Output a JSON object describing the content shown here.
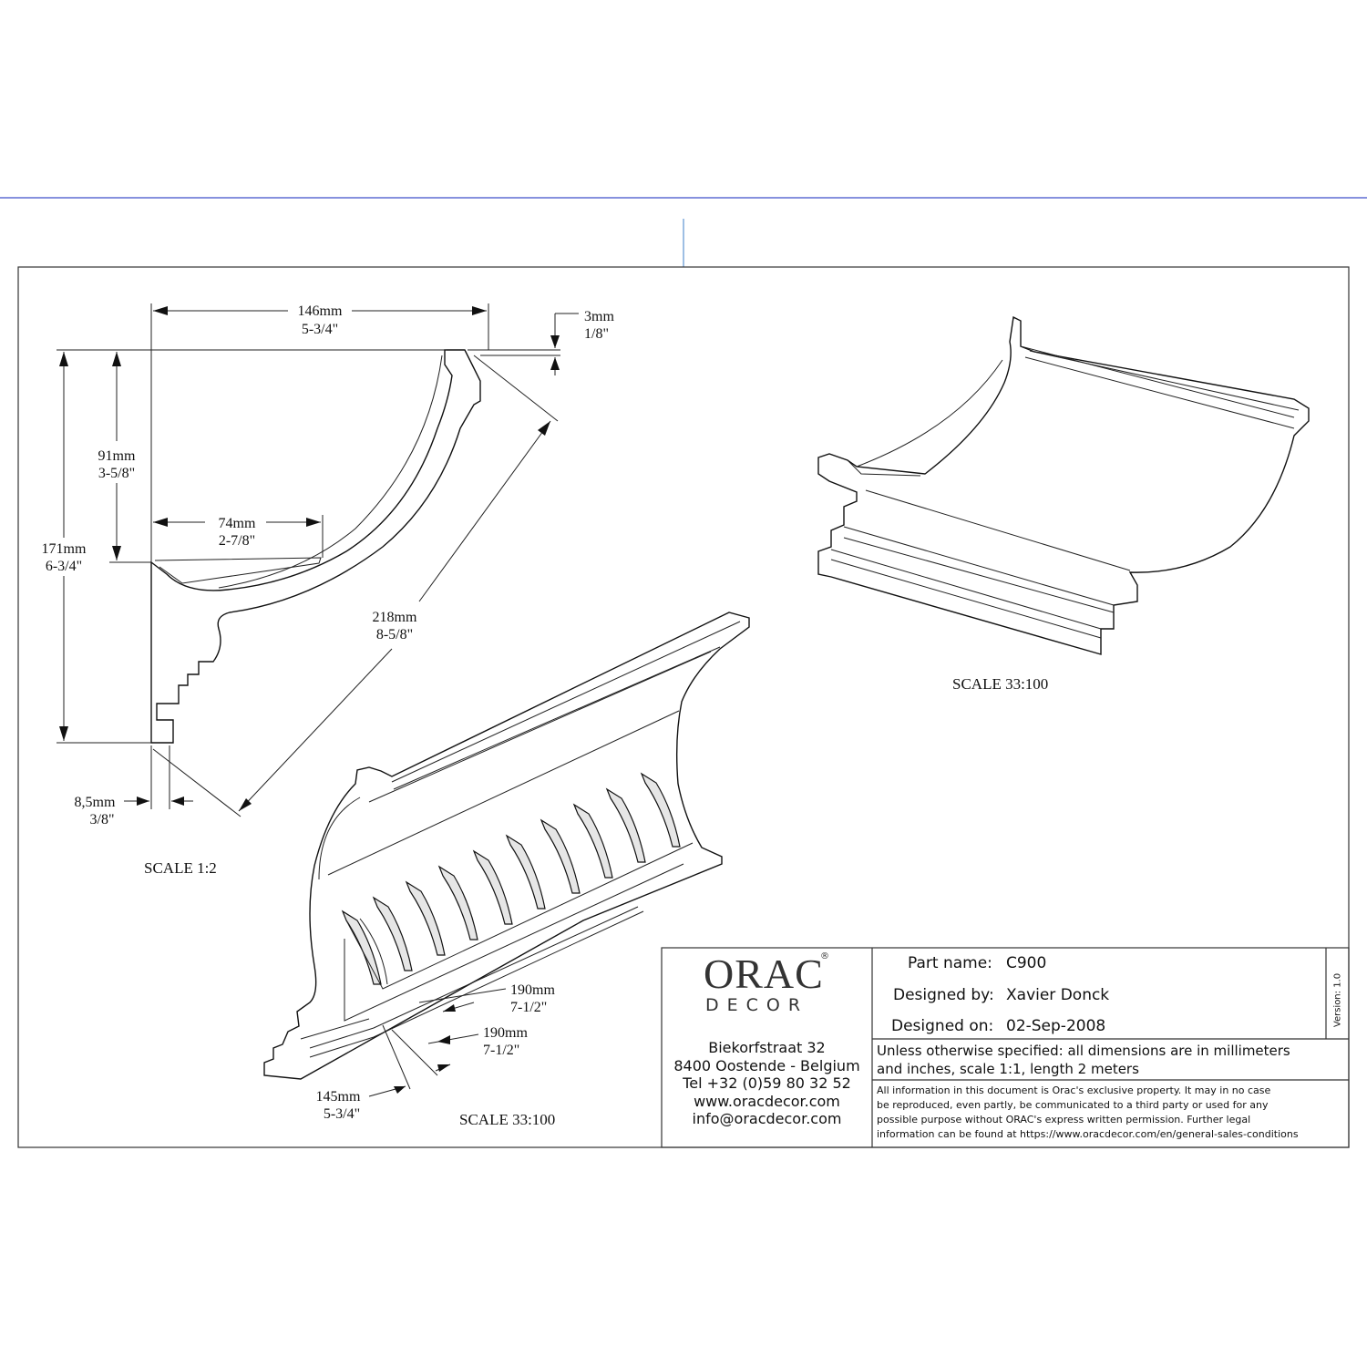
{
  "dimensions": {
    "width_mm": "146mm",
    "width_in": "5-3/4\"",
    "lip_mm": "3mm",
    "lip_in": "1/8\"",
    "depth_mm": "91mm",
    "depth_in": "3-5/8\"",
    "total_mm": "171mm",
    "total_in": "6-3/4\"",
    "inner_mm": "74mm",
    "inner_in": "2-7/8\"",
    "diag_mm": "218mm",
    "diag_in": "8-5/8\"",
    "edge_mm": "8,5mm",
    "edge_in": "3/8\"",
    "spacing1_mm": "190mm",
    "spacing1_in": "7-1/2\"",
    "spacing2_mm": "190mm",
    "spacing2_in": "7-1/2\"",
    "offset_mm": "145mm",
    "offset_in": "5-3/4\""
  },
  "scales": {
    "profile": "SCALE  1:2",
    "perspective_top": "SCALE  33:100",
    "perspective_bottom": "SCALE  33:100"
  },
  "title_block": {
    "logo_main": "ORAC",
    "logo_registered": "®",
    "logo_sub": "DECOR",
    "address": [
      "Biekorfstraat 32",
      "8400 Oostende - Belgium",
      "Tel  +32 (0)59 80 32 52",
      "www.oracdecor.com",
      "info@oracdecor.com"
    ],
    "part_name_label": "Part name:",
    "part_name": "C900",
    "designed_by_label": "Designed by:",
    "designed_by": "Xavier Donck",
    "designed_on_label": "Designed on:",
    "designed_on": "02-Sep-2008",
    "version": "Version: 1.0",
    "spec_note": [
      "Unless otherwise specified: all dimensions are in millimeters",
      "and inches, scale 1:1, length 2 meters"
    ],
    "legal_note": [
      "All information in this document is Orac's exclusive property.  It may in no case",
      "be reproduced, even partly, be communicated to a third party or used for any",
      "possible purpose without ORAC's express written permission. Further legal",
      "information can be found at https://www.oracdecor.com/en/general-sales-conditions"
    ]
  }
}
